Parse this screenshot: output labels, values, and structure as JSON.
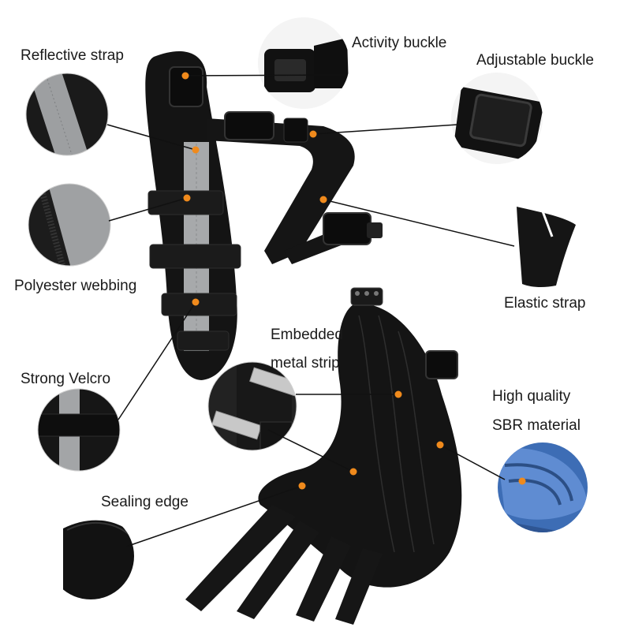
{
  "labels": {
    "reflective_strap": "Reflective strap",
    "activity_buckle": "Activity buckle",
    "adjustable_buckle": "Adjustable buckle",
    "polyester_webbing": "Polyester webbing",
    "elastic_strap": "Elastic strap",
    "embedded_line1": "Embedded",
    "embedded_line2": "metal strip",
    "strong_velcro": "Strong Velcro",
    "sbr_line1": "High quality",
    "sbr_line2": "SBR material",
    "sealing_edge": "Sealing edge"
  },
  "colors": {
    "product_black": "#141414",
    "reflective_gray": "#a7a9ab",
    "callout_dot": "#f08a1c",
    "sbr_blue": "#3d6db5",
    "leader_line": "#111111"
  }
}
